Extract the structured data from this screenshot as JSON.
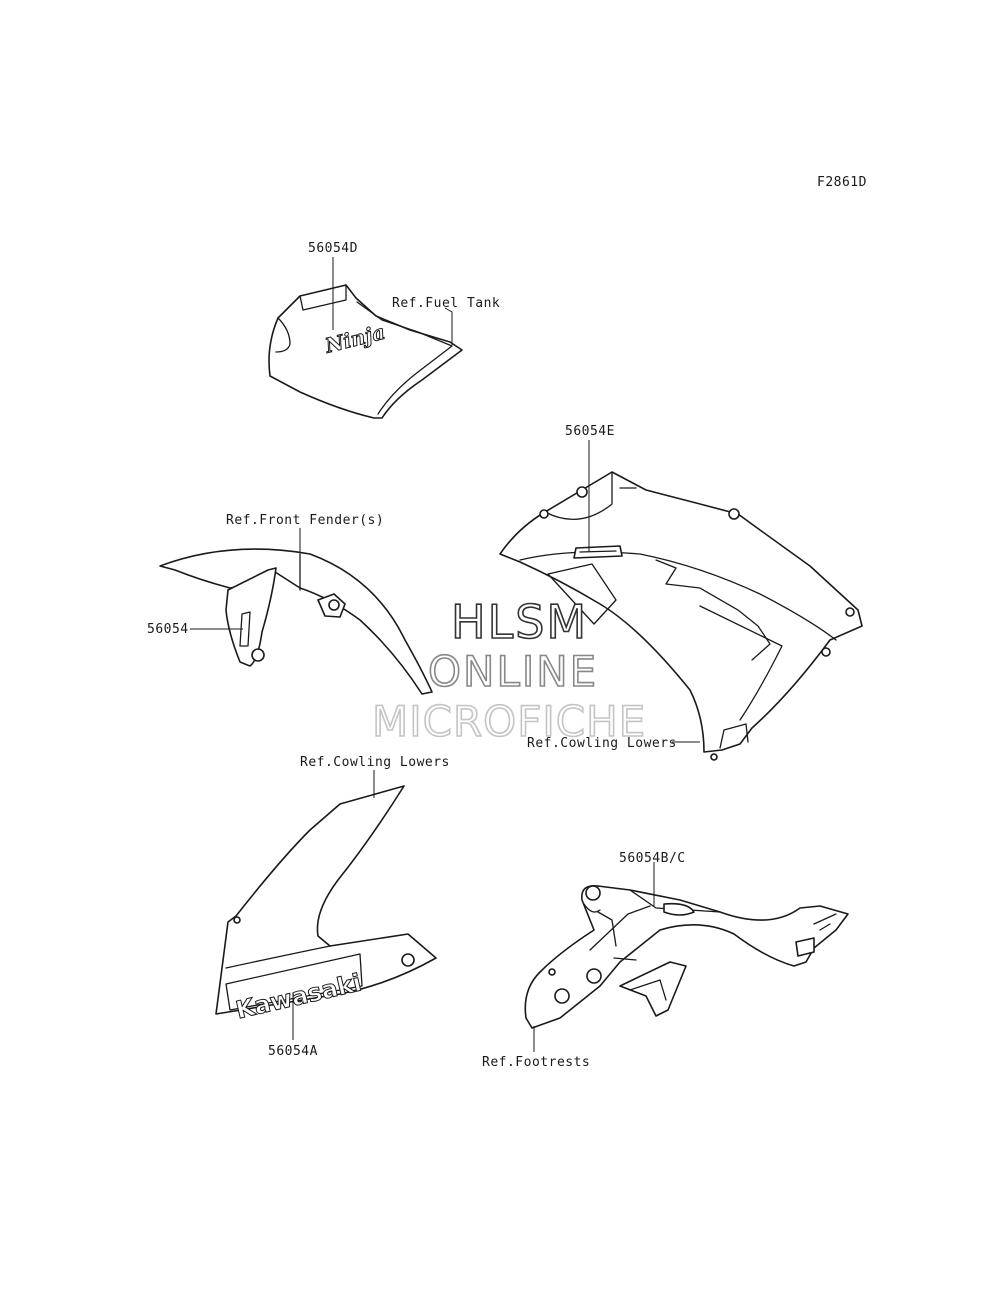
{
  "figure_code": "F2861D",
  "parts": {
    "tank_decal": "56054D",
    "fender_decal": "56054",
    "cowl_decal": "56054E",
    "lower_cowl_decal": "56054A",
    "footrest_decal": "56054B/C"
  },
  "references": {
    "fuel_tank": "Ref.Fuel Tank",
    "front_fender": "Ref.Front Fender(s)",
    "cowling_lowers_right": "Ref.Cowling Lowers",
    "cowling_lowers_left": "Ref.Cowling Lowers",
    "footrests": "Ref.Footrests"
  },
  "decal_text": {
    "ninja": "Ninja",
    "kawasaki": "Kawasaki"
  },
  "watermark": {
    "line1": "HLSM",
    "line2": "ONLINE",
    "line3": "MICROFICHE"
  }
}
